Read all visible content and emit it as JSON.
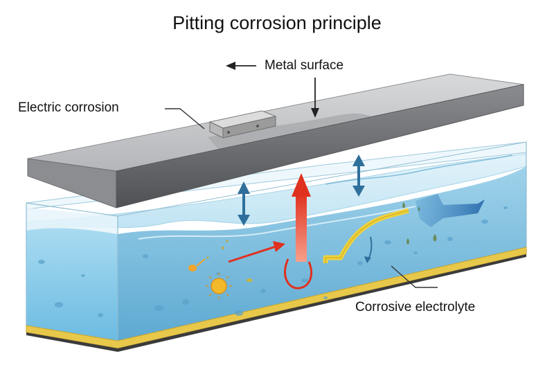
{
  "title": "Pitting corrosion principle",
  "labels": {
    "metal_surface": "Metal surface",
    "electric_corrosion": "Electric corrosion",
    "corrosive_electrolyte": "Corrosive electrolyte"
  },
  "colors": {
    "metal_top": "#c9cacc",
    "metal_front": "#6f7174",
    "water_light": "#cfe9f5",
    "water_deep": "#79c3e6",
    "base_strip": "#e7c84a",
    "arrow_blue": "#2f6f9c",
    "arrow_red": "#e0301e",
    "arrow_yellow": "#f0d23a"
  },
  "icons": [
    "left-arrow-icon",
    "down-arrow-icon",
    "double-arrow-icon",
    "up-arrow-icon",
    "bacteria-icon",
    "particle-icon"
  ]
}
